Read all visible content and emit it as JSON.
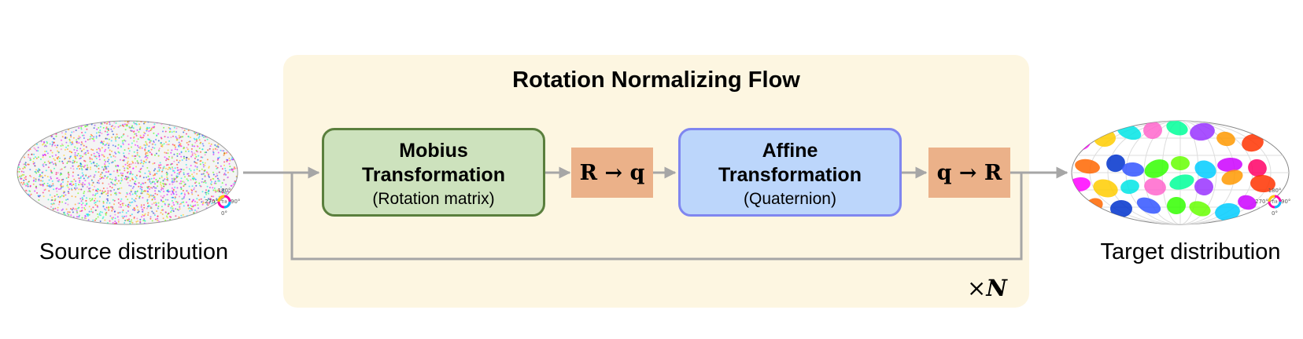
{
  "flow": {
    "title": "Rotation Normalizing Flow",
    "mobius": {
      "title_line1": "Mobius",
      "title_line2": "Transformation",
      "subtitle": "(Rotation matrix)"
    },
    "rotation_to_quaternion": "R → q",
    "affine": {
      "title_line1": "Affine",
      "title_line2": "Transformation",
      "subtitle": "(Quaternion)"
    },
    "quaternion_to_rotation": "q → R",
    "repeat_times": "×",
    "repeat_symbol": "N"
  },
  "source": {
    "label": "Source distribution",
    "ticks": {
      "top": "180°",
      "left": "270°",
      "center": "Tilt",
      "right": "90°",
      "bottom": "0°"
    }
  },
  "target": {
    "label": "Target distribution",
    "ticks": {
      "top": "180°",
      "left": "270°",
      "center": "Tilt",
      "right": "90°",
      "bottom": "0°"
    }
  },
  "colors": {
    "panel": "#fdf6e1",
    "mobius_fill": "#cde2bd",
    "mobius_border": "#5a7f3d",
    "affine_fill": "#bcd6fb",
    "affine_border": "#7f86f0",
    "converter_fill": "#ebb189",
    "arrow": "#a6a6a6",
    "blob_colors": [
      "#ff00ff",
      "#00ccff",
      "#3355ff",
      "#ff3300",
      "#00ff99",
      "#ffcc00",
      "#cc00ff",
      "#33ff00",
      "#ff6600",
      "#9933ff",
      "#00e5e5",
      "#ff0066",
      "#66ff00",
      "#0033cc",
      "#ff9900",
      "#ff66cc"
    ]
  }
}
